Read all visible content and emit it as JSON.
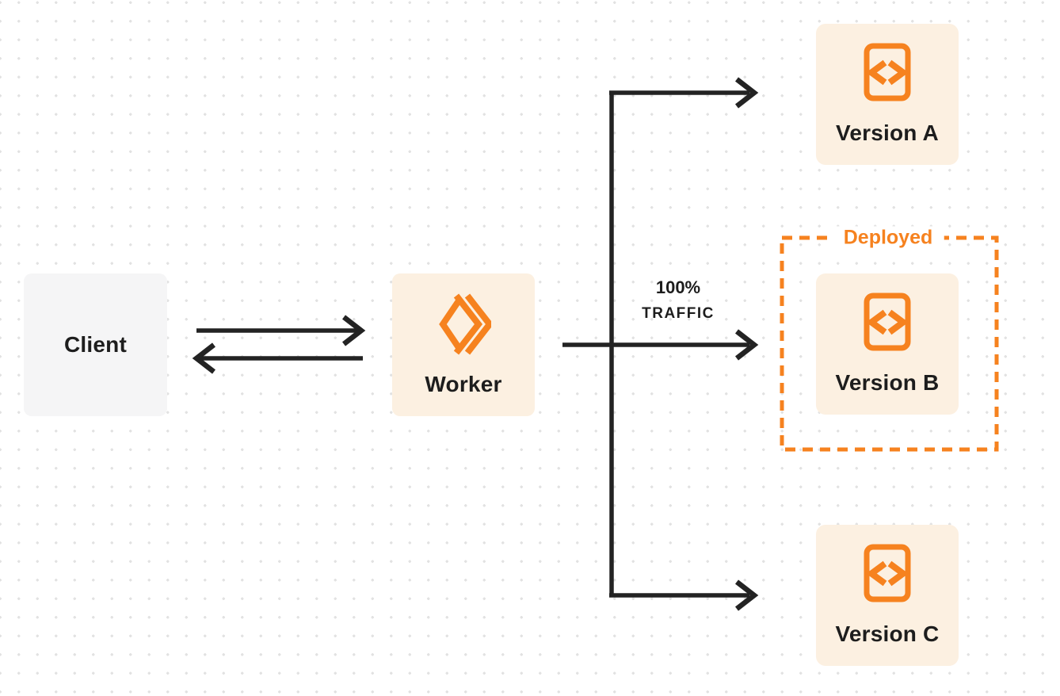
{
  "colors": {
    "accent": "#F6821F",
    "node_fill": "#FCF0E1",
    "client_fill": "#F5F5F6",
    "connector": "#232323",
    "label_text": "#1D1D1D",
    "page_bg": "#FFFFFF",
    "dot": "#E2E2E2"
  },
  "nodes": {
    "client": {
      "label": "Client"
    },
    "worker": {
      "label": "Worker",
      "icon": "cloudflare-workers-icon"
    },
    "version_a": {
      "label": "Version A",
      "icon": "code-file-icon"
    },
    "version_b": {
      "label": "Version B",
      "icon": "code-file-icon"
    },
    "version_c": {
      "label": "Version C",
      "icon": "code-file-icon"
    }
  },
  "annotations": {
    "deployed": "Deployed",
    "traffic_line1": "100%",
    "traffic_line2": "TRAFFIC"
  }
}
